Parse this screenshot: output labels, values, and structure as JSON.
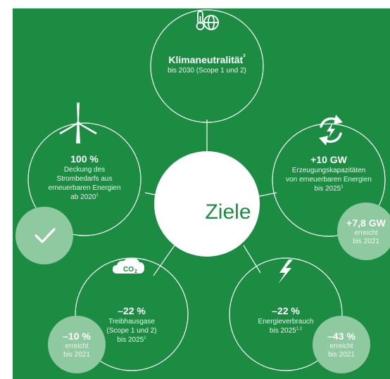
{
  "center": {
    "label": "Ziele"
  },
  "goals": [
    {
      "id": "climate",
      "icon": "thermometer-globe-icon",
      "headline": "Klimaneutralität",
      "headline_sup": "3",
      "lines": [
        "bis 2030 (Scope 1 und 2)"
      ]
    },
    {
      "id": "renewable",
      "icon": "wind-turbine-icon",
      "headline": "100 %",
      "lines": [
        "Deckung des",
        "Strombedarfs aus",
        "erneuerbaren Energien",
        "ab 2020"
      ],
      "last_sup": "1",
      "badge": {
        "type": "check",
        "icon": "checkmark-icon"
      }
    },
    {
      "id": "capacity",
      "icon": "renewable-energy-icon",
      "headline": "+10 GW",
      "lines": [
        "Erzeugungskapazitäten",
        "von erneuerbaren Energien",
        "bis 2025"
      ],
      "last_sup": "1",
      "badge": {
        "value": "+7,8 GW",
        "line1": "erreicht",
        "line2": "bis 2021"
      }
    },
    {
      "id": "ghg",
      "icon": "co2-cloud-icon",
      "icon_text": "CO",
      "icon_sub": "2",
      "headline": "–22 %",
      "lines": [
        "Treibhausgase",
        "(Scope 1 und 2)",
        "bis 2025"
      ],
      "last_sup": "1",
      "badge": {
        "value": "–10 %",
        "line1": "erreicht",
        "line2": "bis 2021"
      }
    },
    {
      "id": "energy",
      "icon": "lightning-bolt-icon",
      "headline": "–22 %",
      "lines": [
        "Energieverbrauch",
        "bis 2025"
      ],
      "last_sup": "1,2",
      "badge": {
        "value": "–43 %",
        "line1": "erreicht",
        "line2": "bis 2021"
      }
    }
  ],
  "colors": {
    "background": "#1c8c43",
    "line": "#ffffff",
    "badge": "#8ec9a0"
  }
}
